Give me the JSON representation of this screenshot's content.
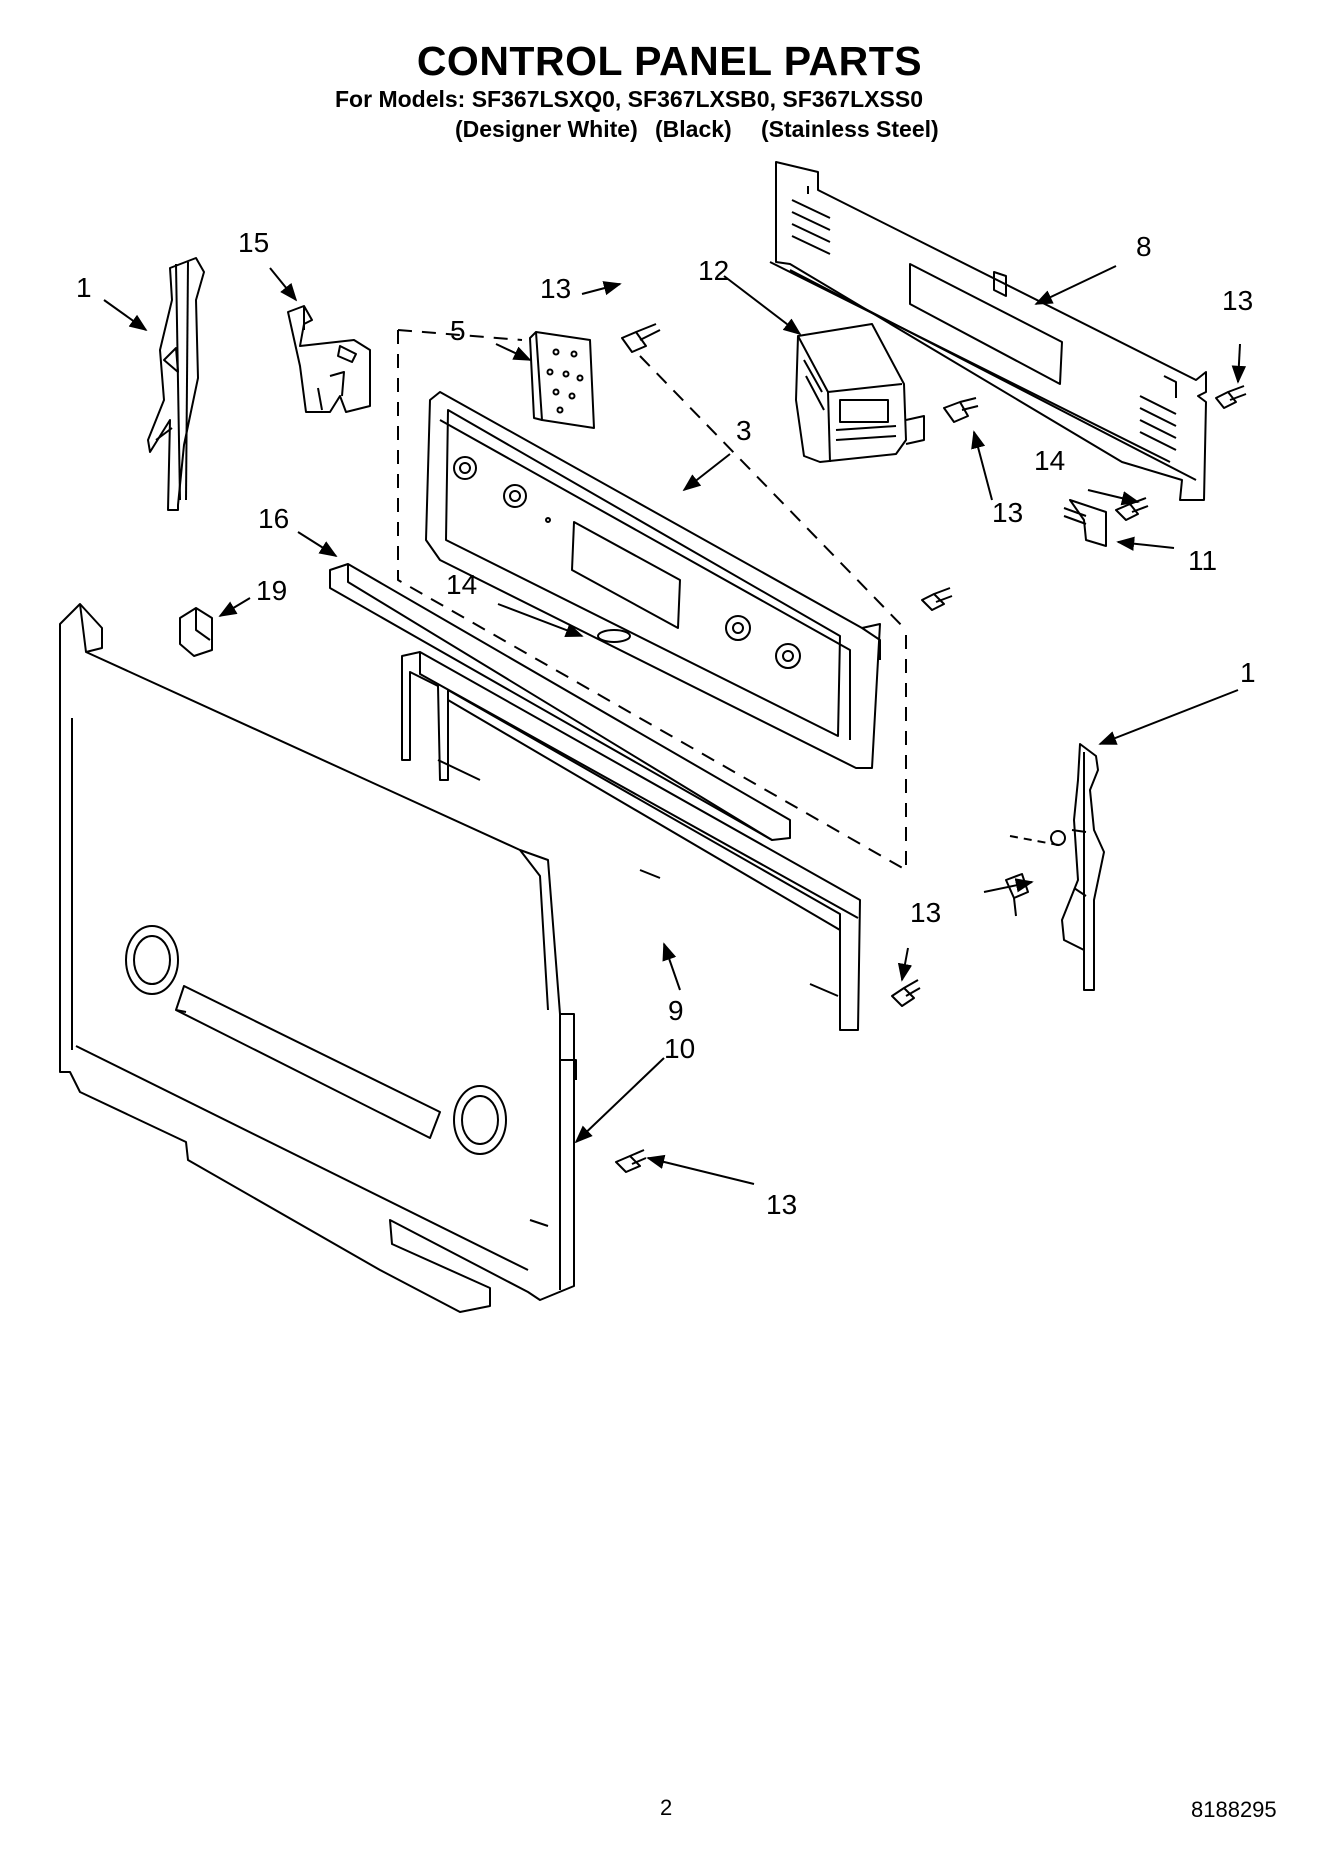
{
  "header": {
    "title": "CONTROL PANEL PARTS",
    "models": "For Models: SF367LSXQ0, SF367LXSB0, SF367LXSS0",
    "variants": [
      "(Designer White)",
      "(Black)",
      "(Stainless Steel)"
    ]
  },
  "callouts": [
    "1",
    "15",
    "13",
    "5",
    "12",
    "8",
    "13",
    "3",
    "13",
    "14",
    "11",
    "16",
    "19",
    "14",
    "1",
    "13",
    "13",
    "9",
    "10",
    "13"
  ],
  "footer": {
    "page_number": "2",
    "document_number": "8188295"
  }
}
